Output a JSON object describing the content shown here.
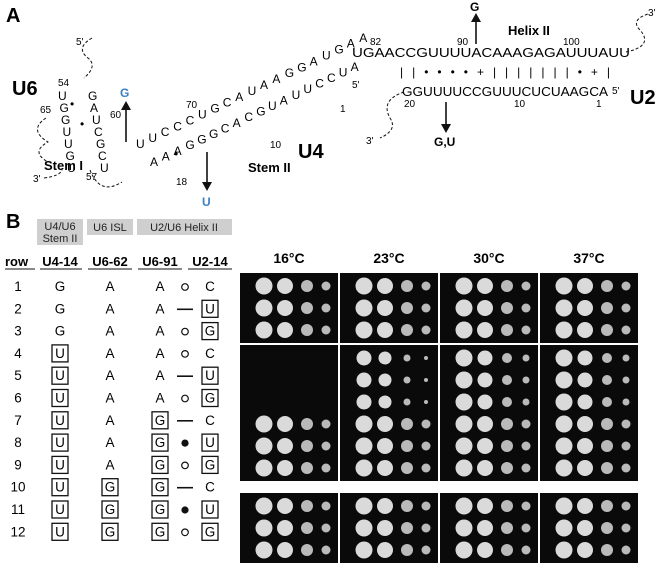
{
  "panel_a": {
    "label": "A",
    "u6": "U6",
    "u4": "U4",
    "u2": "U2",
    "stem_i": "Stem I",
    "stem_ii": "Stem II",
    "helix_ii": "Helix II",
    "five_prime": "5'",
    "three_prime": "3'",
    "mut_g_blue": "G",
    "mut_u_blue": "U",
    "mut_g_top": "G",
    "mut_gu_bottom": "G,U",
    "top_strand": "UGAACCGUUUUACAAAGAGAUUUAUU",
    "bottom_strand": "GGUUUUCCGUUUCUCUAAGCA",
    "pair_marks": "| | • • • • + | | | | | | | • + |",
    "u6_stem_left": [
      "U",
      "G",
      "G",
      "U",
      "U",
      "G",
      "U"
    ],
    "u6_stem_right": [
      "G",
      "A",
      "U",
      "C",
      "G",
      "C",
      "U"
    ],
    "u6_loop": "GA",
    "u6_bridge": "CAGU",
    "u6_diag": "UUCCCUGCAUAAGGAUGAA",
    "u4_diag": "AAAGGGCACGUAUUCCUA",
    "numbers": {
      "n54": "54",
      "n65": "65",
      "n60": "60",
      "n57": "57",
      "n70": "70",
      "n82": "82",
      "n90": "90",
      "n100": "100",
      "n18": "18",
      "n10": "10",
      "n1": "1",
      "n20": "20",
      "n10b": "10",
      "n1b": "1"
    }
  },
  "panel_b": {
    "label": "B",
    "groups": [
      "U4/U6 Stem II",
      "U6 ISL",
      "U2/U6 Helix II"
    ],
    "columns": [
      "row",
      "U4-14",
      "U6-62",
      "U6-91",
      "U2-14"
    ],
    "temperatures": [
      "16°C",
      "23°C",
      "30°C",
      "37°C"
    ],
    "rows": [
      {
        "row": "1",
        "u4": "G",
        "u6_62": "A",
        "u6_91": "A",
        "link": "circle",
        "u2": "C",
        "box_u4": false,
        "box_u6_62": false,
        "box_u6_91": false,
        "box_u2": false,
        "growth": [
          4,
          4,
          4,
          4
        ]
      },
      {
        "row": "2",
        "u4": "G",
        "u6_62": "A",
        "u6_91": "A",
        "link": "dash",
        "u2": "U",
        "box_u4": false,
        "box_u6_62": false,
        "box_u6_91": false,
        "box_u2": true,
        "growth": [
          4,
          4,
          4,
          4
        ]
      },
      {
        "row": "3",
        "u4": "G",
        "u6_62": "A",
        "u6_91": "A",
        "link": "circle",
        "u2": "G",
        "box_u4": false,
        "box_u6_62": false,
        "box_u6_91": false,
        "box_u2": true,
        "growth": [
          4,
          4,
          4,
          4
        ]
      },
      {
        "row": "4",
        "u4": "U",
        "u6_62": "A",
        "u6_91": "A",
        "link": "circle",
        "u2": "C",
        "box_u4": true,
        "box_u6_62": false,
        "box_u6_91": false,
        "box_u2": false,
        "growth": [
          0,
          2,
          3,
          3
        ]
      },
      {
        "row": "5",
        "u4": "U",
        "u6_62": "A",
        "u6_91": "A",
        "link": "dash",
        "u2": "U",
        "box_u4": true,
        "box_u6_62": false,
        "box_u6_91": false,
        "box_u2": true,
        "growth": [
          0,
          2,
          3,
          3
        ]
      },
      {
        "row": "6",
        "u4": "U",
        "u6_62": "A",
        "u6_91": "A",
        "link": "circle",
        "u2": "G",
        "box_u4": true,
        "box_u6_62": false,
        "box_u6_91": false,
        "box_u2": true,
        "growth": [
          0,
          2,
          3,
          3
        ]
      },
      {
        "row": "7",
        "u4": "U",
        "u6_62": "A",
        "u6_91": "G",
        "link": "dash",
        "u2": "C",
        "box_u4": true,
        "box_u6_62": false,
        "box_u6_91": true,
        "box_u2": false,
        "growth": [
          4,
          4,
          4,
          4
        ]
      },
      {
        "row": "8",
        "u4": "U",
        "u6_62": "A",
        "u6_91": "G",
        "link": "dot",
        "u2": "U",
        "box_u4": true,
        "box_u6_62": false,
        "box_u6_91": true,
        "box_u2": true,
        "growth": [
          4,
          4,
          4,
          4
        ]
      },
      {
        "row": "9",
        "u4": "U",
        "u6_62": "A",
        "u6_91": "G",
        "link": "circle",
        "u2": "G",
        "box_u4": true,
        "box_u6_62": false,
        "box_u6_91": true,
        "box_u2": true,
        "growth": [
          4,
          4,
          4,
          4
        ]
      },
      {
        "row": "10",
        "u4": "U",
        "u6_62": "G",
        "u6_91": "G",
        "link": "dash",
        "u2": "C",
        "box_u4": true,
        "box_u6_62": true,
        "box_u6_91": true,
        "box_u2": false,
        "growth": [
          4,
          4,
          4,
          4
        ]
      },
      {
        "row": "11",
        "u4": "U",
        "u6_62": "G",
        "u6_91": "G",
        "link": "dot",
        "u2": "U",
        "box_u4": true,
        "box_u6_62": true,
        "box_u6_91": true,
        "box_u2": true,
        "growth": [
          4,
          4,
          4,
          4
        ]
      },
      {
        "row": "12",
        "u4": "U",
        "u6_62": "G",
        "u6_91": "G",
        "link": "circle",
        "u2": "G",
        "box_u4": true,
        "box_u6_62": true,
        "box_u6_91": true,
        "box_u2": true,
        "growth": [
          4,
          4,
          4,
          4
        ]
      }
    ]
  },
  "colors": {
    "blue": "#3b7fc4",
    "dark": "#111111",
    "plate": "#0a0a0a",
    "colony": "#e6e6e6",
    "header_bg": "#cfcfcf"
  }
}
